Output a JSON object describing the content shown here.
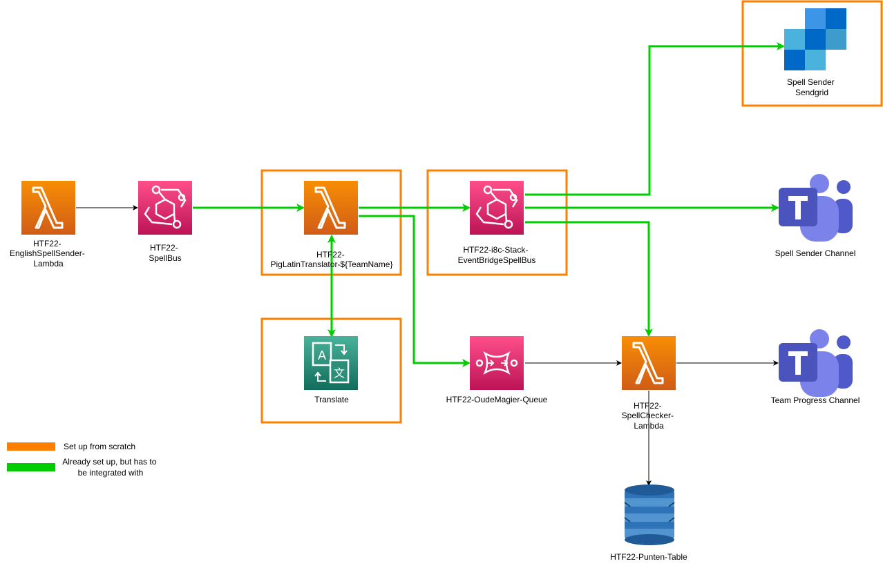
{
  "nodes": {
    "english_sender": {
      "lines": [
        "HTF22-",
        "EnglishSpellSender-",
        "Lambda"
      ],
      "icon": "lambda-icon"
    },
    "spellbus": {
      "lines": [
        "HTF22-",
        "SpellBus"
      ],
      "icon": "eventbridge-icon"
    },
    "piglatin": {
      "lines": [
        "HTF22-",
        "PigLatinTranslator-${TeamName}"
      ],
      "icon": "lambda-icon"
    },
    "i8c_bus": {
      "lines": [
        "HTF22-i8c-Stack-",
        "EventBridgeSpellBus"
      ],
      "icon": "eventbridge-icon"
    },
    "sendgrid": {
      "lines": [
        "Spell Sender",
        "Sendgrid"
      ],
      "icon": "sendgrid-icon"
    },
    "spell_sender_channel": {
      "lines": [
        "Spell Sender Channel"
      ],
      "icon": "teams-icon"
    },
    "translate": {
      "lines": [
        "Translate"
      ],
      "icon": "translate-icon"
    },
    "queue": {
      "lines": [
        "HTF22-OudeMagier-Queue"
      ],
      "icon": "sqs-icon"
    },
    "spellchecker": {
      "lines": [
        "HTF22-",
        "SpellChecker-",
        "Lambda"
      ],
      "icon": "lambda-icon"
    },
    "team_progress": {
      "lines": [
        "Team Progress Channel"
      ],
      "icon": "teams-icon"
    },
    "punten_table": {
      "lines": [
        "HTF22-Punten-Table"
      ],
      "icon": "dynamodb-icon"
    }
  },
  "legend": {
    "scratch": {
      "lines": [
        "Set up from scratch"
      ]
    },
    "integrate": {
      "lines": [
        "Already set up, but has to",
        "be integrated with"
      ]
    }
  },
  "colors": {
    "orange": "#ff8000",
    "green": "#00cc00",
    "lambda_top": "#f78e04",
    "lambda_bottom": "#d05c17",
    "eventbridge_top": "#ff4f8b",
    "eventbridge_bottom": "#bc1356",
    "translate_top": "#4ab29a",
    "translate_bottom": "#116d5b",
    "teams": "#5059c9",
    "dynamodb": "#2e73b8"
  }
}
